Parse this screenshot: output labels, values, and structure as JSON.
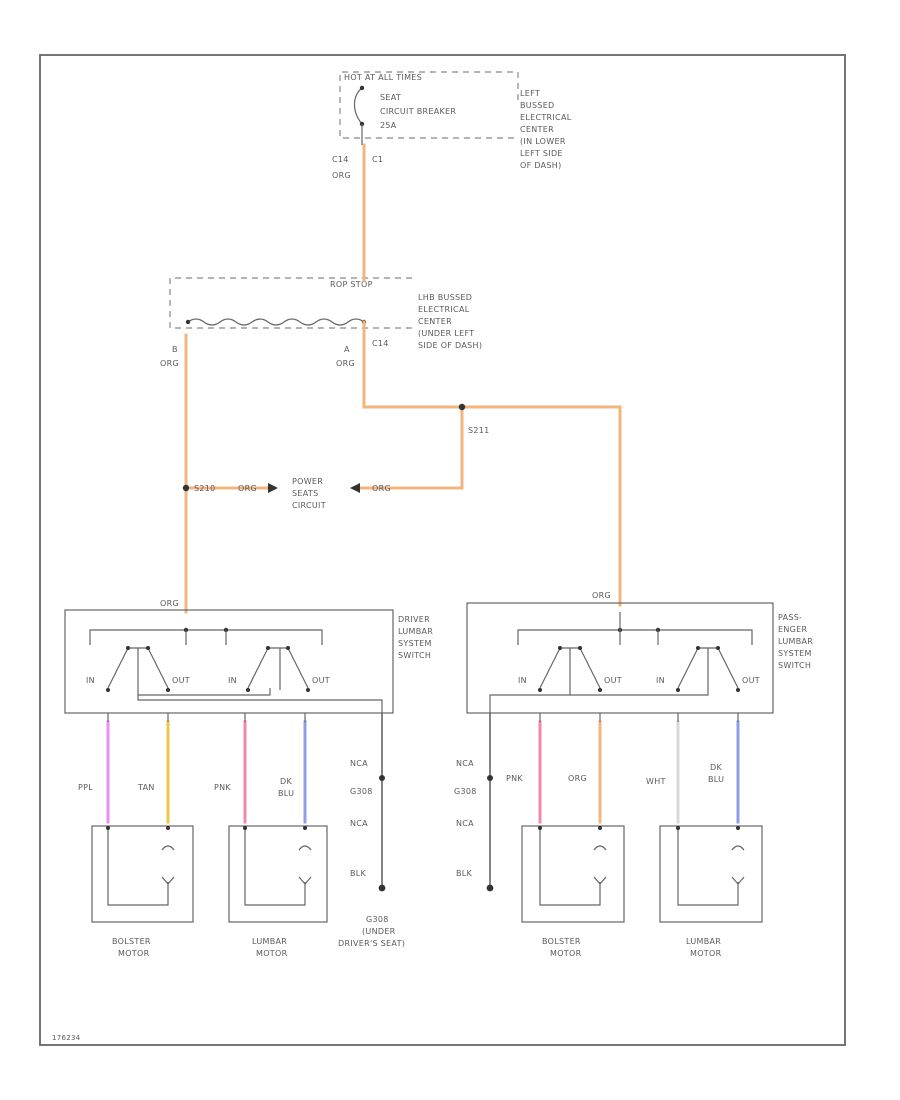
{
  "colors": {
    "orange": "#f2b57e",
    "purple": "#ec8ef0",
    "tan": "#ecc64a",
    "pink": "#f08aa8",
    "dk_blue": "#8c9ee6",
    "white": "#d8d8d8"
  },
  "fuse_box": {
    "hot_label": "HOT AT ALL TIMES",
    "breaker_label": [
      "SEAT",
      "CIRCUIT BREAKER",
      "25A"
    ],
    "location": [
      "LEFT",
      "BUSSED",
      "ELECTRICAL",
      "CENTER",
      "(IN LOWER",
      "LEFT SIDE",
      "OF DASH)"
    ],
    "pin_left": "C14",
    "pin_right": "C1",
    "wire_label": "ORG"
  },
  "lh_center": {
    "stop_label": "ROP STOP",
    "location": [
      "LHB BUSSED",
      "ELECTRICAL",
      "CENTER",
      "(UNDER LEFT",
      "SIDE OF DASH)"
    ],
    "pin_left": "B",
    "pin_right": "A",
    "connector": "C14",
    "wire_left": "ORG",
    "wire_right": "ORG"
  },
  "splices": {
    "s211": "S211",
    "s210": "S210"
  },
  "power_seats": {
    "label": [
      "POWER",
      "SEATS",
      "CIRCUIT"
    ],
    "left_wire": "ORG",
    "right_wire": "ORG"
  },
  "driver": {
    "top_wire": "ORG",
    "switch_label": [
      "DRIVER",
      "LUMBAR",
      "SYSTEM",
      "SWITCH"
    ],
    "in1": "IN",
    "out1": "OUT",
    "in2": "IN",
    "out2": "OUT",
    "wires": [
      "PPL",
      "TAN",
      "PNK",
      "DK",
      "BLU"
    ],
    "ground": [
      "NCA",
      "G308",
      "NCA",
      "BLK"
    ],
    "ground_location": [
      "G308",
      "(UNDER",
      "DRIVER'S SEAT)"
    ],
    "motor1": [
      "BOLSTER",
      "MOTOR"
    ],
    "motor2": [
      "LUMBAR",
      "MOTOR"
    ]
  },
  "passenger": {
    "top_wire": "ORG",
    "switch_label": [
      "PASS-",
      "ENGER",
      "LUMBAR",
      "SYSTEM",
      "SWITCH"
    ],
    "in1": "IN",
    "out1": "OUT",
    "in2": "IN",
    "out2": "OUT",
    "wires": [
      "PNK",
      "ORG",
      "WHT",
      "DK",
      "BLU"
    ],
    "ground": [
      "NCA",
      "G308",
      "NCA",
      "BLK"
    ],
    "motor1": [
      "BOLSTER",
      "MOTOR"
    ],
    "motor2": [
      "LUMBAR",
      "MOTOR"
    ]
  },
  "figure_id": "176234"
}
